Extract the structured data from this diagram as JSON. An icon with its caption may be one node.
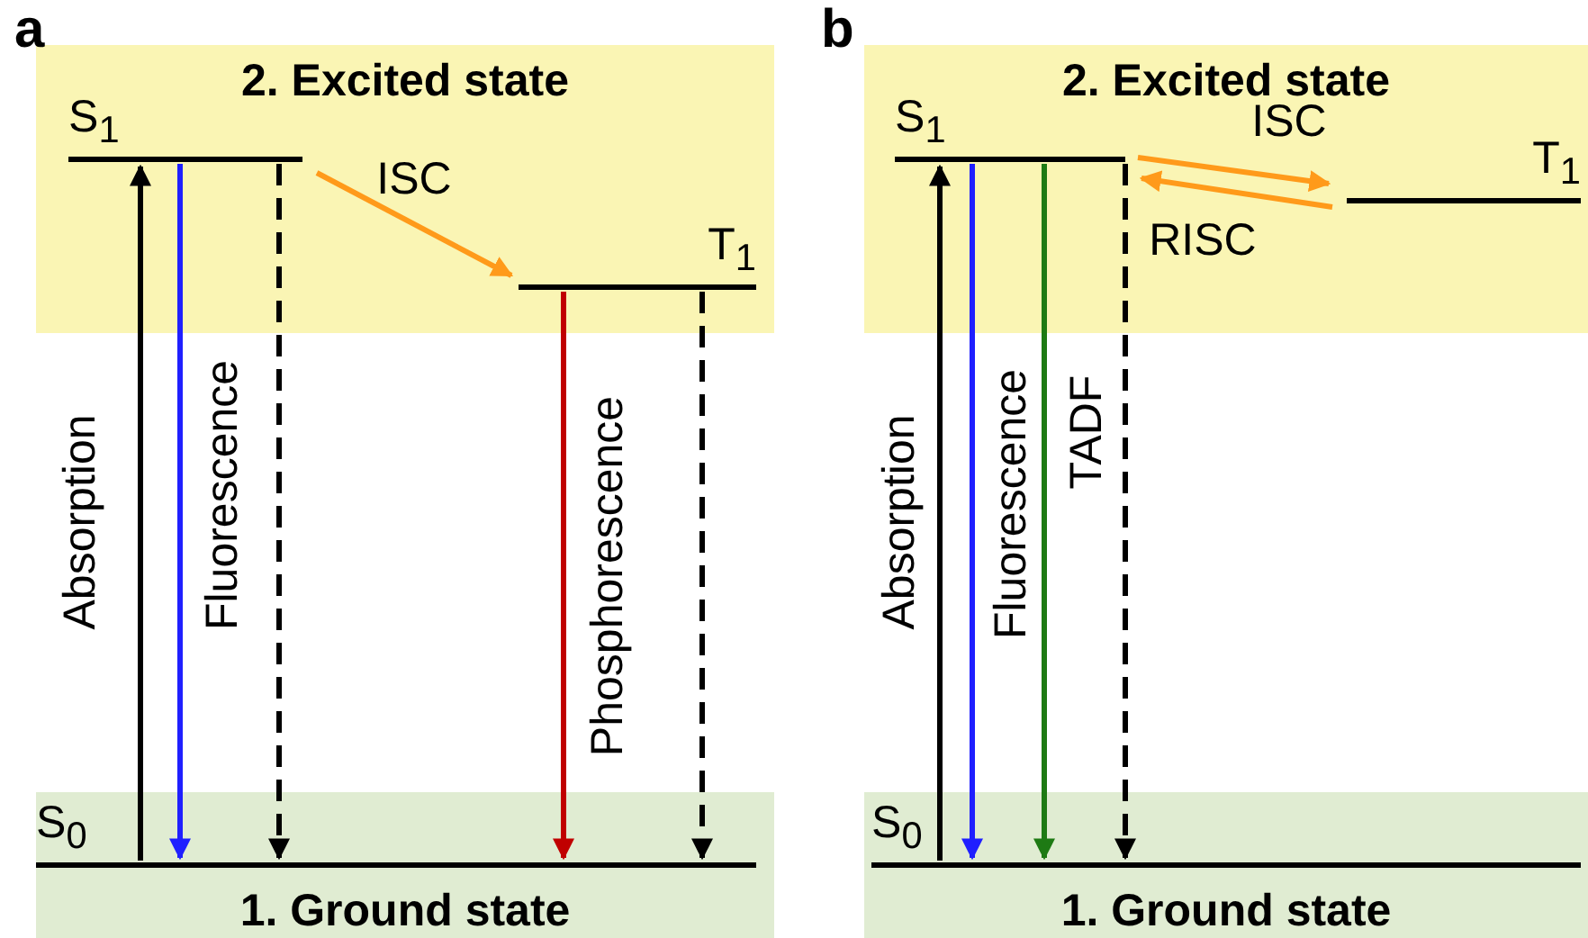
{
  "diagram": {
    "nodes": [
      {
        "text": [
          "2. Excited state"
        ]
      },
      {
        "text": [
          "S$_{1}$"
        ],
        "in": 0
      },
      {
        "text": [
          "T$_{1}$"
        ],
        "in": 0
      },
      {
        "text": [
          "1. Ground state"
        ]
      },
      {
        "text": [
          "S$_{0}$"
        ],
        "in": 3
      },
      {
        "text": [
          "2. Excited state"
        ]
      },
      {
        "text": [
          "S$_{1}$"
        ],
        "in": 5
      },
      {
        "text": [
          "T$_{1}$"
        ],
        "in": 5
      },
      {
        "text": [
          "1. Ground state"
        ]
      },
      {
        "text": [
          "S$_{0}$"
        ],
        "in": 8
      }
    ],
    "edges": [
      {
        "from": 4,
        "to": 1,
        "arrow": "to",
        "label": "Absorption"
      },
      {
        "from": 1,
        "to": 4,
        "arrow": "to",
        "label": "Fluorescence",
        "color": "#1f1fff"
      },
      {
        "from": 1,
        "to": 4,
        "arrow": "to",
        "style": "dashed"
      },
      {
        "from": 1,
        "to": 2,
        "arrow": "to",
        "label": "ISC",
        "color": "#ff9a1a"
      },
      {
        "from": 2,
        "to": 4,
        "arrow": "to",
        "label": "Phosphorescence",
        "color": "#c00000"
      },
      {
        "from": 2,
        "to": 4,
        "arrow": "to",
        "style": "dashed"
      },
      {
        "from": 9,
        "to": 6,
        "arrow": "to",
        "label": "Absorption"
      },
      {
        "from": 6,
        "to": 9,
        "arrow": "to",
        "label": "Fluorescence",
        "color": "#1f1fff"
      },
      {
        "from": 6,
        "to": 9,
        "arrow": "to",
        "label": "TADF",
        "color": "#1e7a14"
      },
      {
        "from": 6,
        "to": 9,
        "arrow": "to",
        "style": "dashed"
      },
      {
        "from": 6,
        "to": 7,
        "arrow": "to",
        "label": "ISC",
        "color": "#ff9a1a"
      },
      {
        "from": 7,
        "to": 6,
        "arrow": "to",
        "label": "RISC",
        "color": "#ff9a1a"
      }
    ],
    "labels": [
      "a",
      "b"
    ]
  }
}
